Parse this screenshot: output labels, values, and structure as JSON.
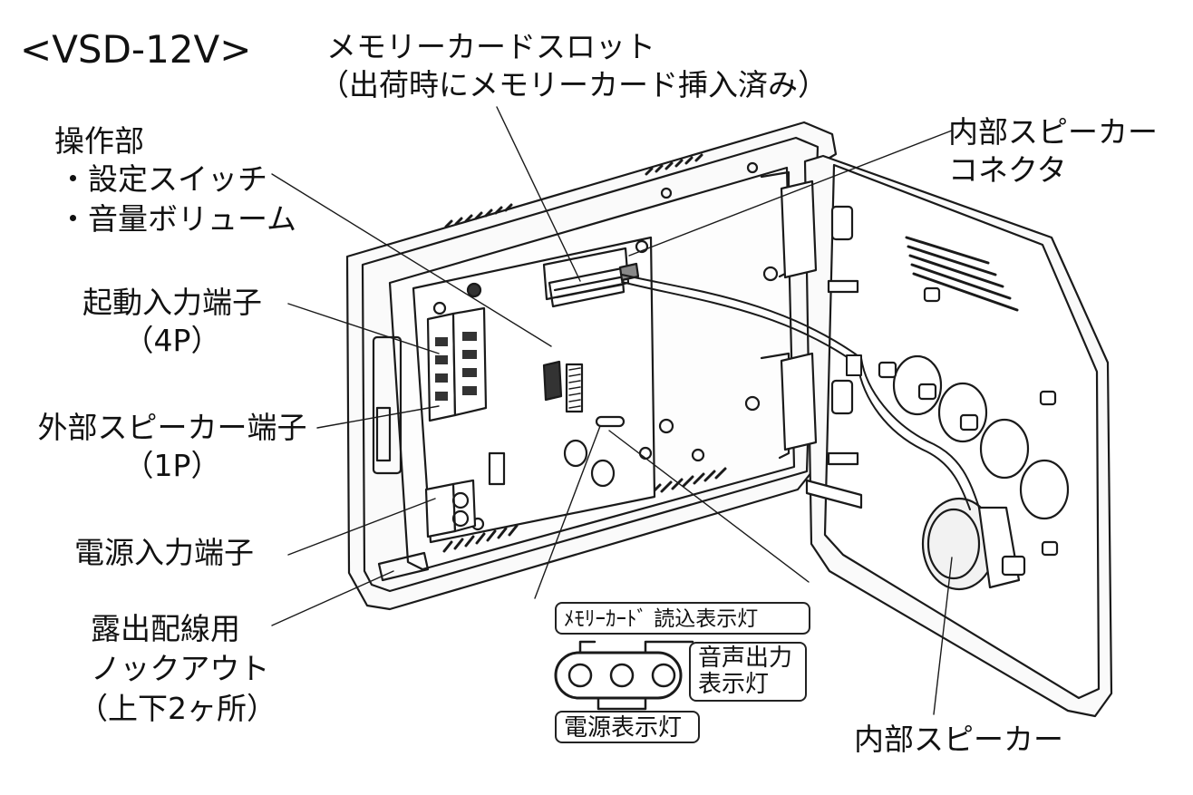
{
  "model_title": "<VSD-12V>",
  "labels": {
    "memory_slot_1": "メモリーカードスロット",
    "memory_slot_2": "（出荷時にメモリーカード挿入済み）",
    "operation_1": "操作部",
    "operation_2": "・設定スイッチ",
    "operation_3": "・音量ボリューム",
    "internal_connector_1": "内部スピーカー",
    "internal_connector_2": "コネクタ",
    "start_input_1": "起動入力端子",
    "start_input_2": "（4P）",
    "external_speaker_1": "外部スピーカー端子",
    "external_speaker_2": "（1P）",
    "power_input": "電源入力端子",
    "knockout_1": "露出配線用",
    "knockout_2": "ノックアウト",
    "knockout_3": "（上下2ヶ所）",
    "internal_speaker": "内部スピーカー"
  },
  "indicators": {
    "memory_card_read": "ﾒﾓﾘｰｶｰﾄﾞ 読込表示灯",
    "audio_output_1": "音声出力",
    "audio_output_2": "表示灯",
    "power": "電源表示灯"
  }
}
